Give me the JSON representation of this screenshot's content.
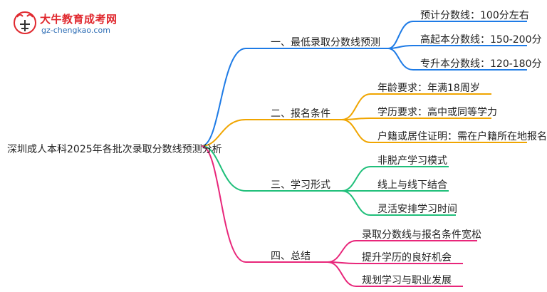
{
  "logo": {
    "title": "大牛教育成考网",
    "url": "gz-chengkao.com",
    "mark_text": "大牛"
  },
  "root": "深圳成人本科2025年各批次录取分数线预测分析",
  "branches": [
    {
      "label": "一、最低录取分数线预测",
      "color": "#1e7be6",
      "children": [
        "预计分数线：100分左右",
        "高起本分数线：150-200分",
        "专升本分数线：120-180分"
      ]
    },
    {
      "label": "二、报名条件",
      "color": "#f0a500",
      "children": [
        "年龄要求：年满18周岁",
        "学历要求：高中或同等学力",
        "户籍或居住证明：需在户籍所在地报名"
      ]
    },
    {
      "label": "三、学习形式",
      "color": "#1fbf7a",
      "children": [
        "非脱产学习模式",
        "线上与线下结合",
        "灵活安排学习时间"
      ]
    },
    {
      "label": "四、总结",
      "color": "#e8267a",
      "children": [
        "录取分数线与报名条件宽松",
        "提升学历的良好机会",
        "规划学习与职业发展"
      ]
    }
  ]
}
